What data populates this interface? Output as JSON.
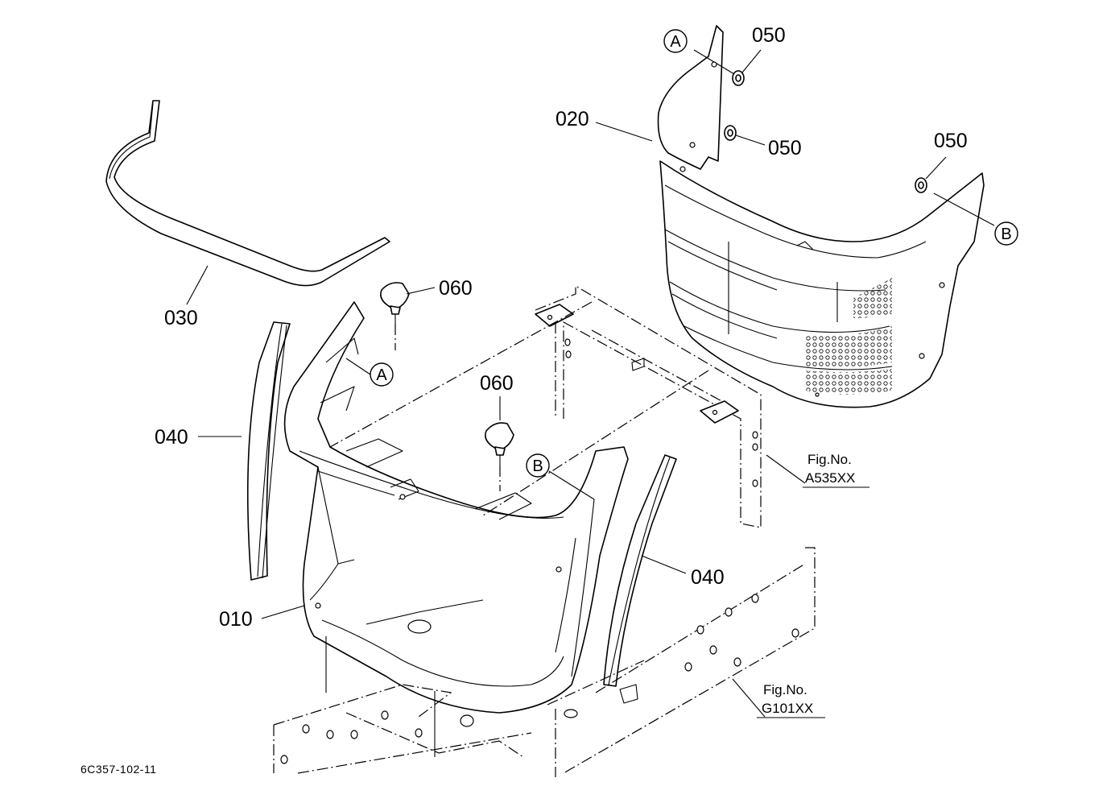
{
  "diagram_code": "6C357-102-11",
  "callout_letters": {
    "a": "A",
    "b": "B"
  },
  "parts": [
    {
      "id": "010",
      "label": "010"
    },
    {
      "id": "020",
      "label": "020"
    },
    {
      "id": "030",
      "label": "030"
    },
    {
      "id": "040a",
      "label": "040"
    },
    {
      "id": "040b",
      "label": "040"
    },
    {
      "id": "050a",
      "label": "050"
    },
    {
      "id": "050b",
      "label": "050"
    },
    {
      "id": "050c",
      "label": "050"
    },
    {
      "id": "060a",
      "label": "060"
    },
    {
      "id": "060b",
      "label": "060"
    }
  ],
  "figure_refs": [
    {
      "title": "Fig.No.",
      "code": "A535XX"
    },
    {
      "title": "Fig.No.",
      "code": "G101XX"
    }
  ]
}
